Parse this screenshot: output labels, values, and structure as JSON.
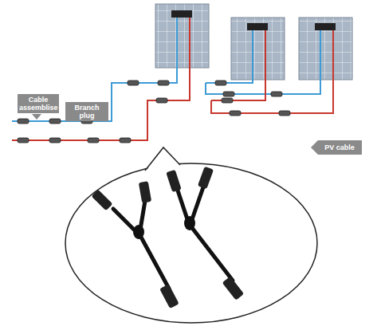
{
  "diagram": {
    "nodes": [
      {
        "text": [
          "Cable assemblise"
        ]
      },
      {
        "text": [
          "Branch plug"
        ]
      },
      {
        "text": [
          "PV cable"
        ]
      }
    ]
  }
}
